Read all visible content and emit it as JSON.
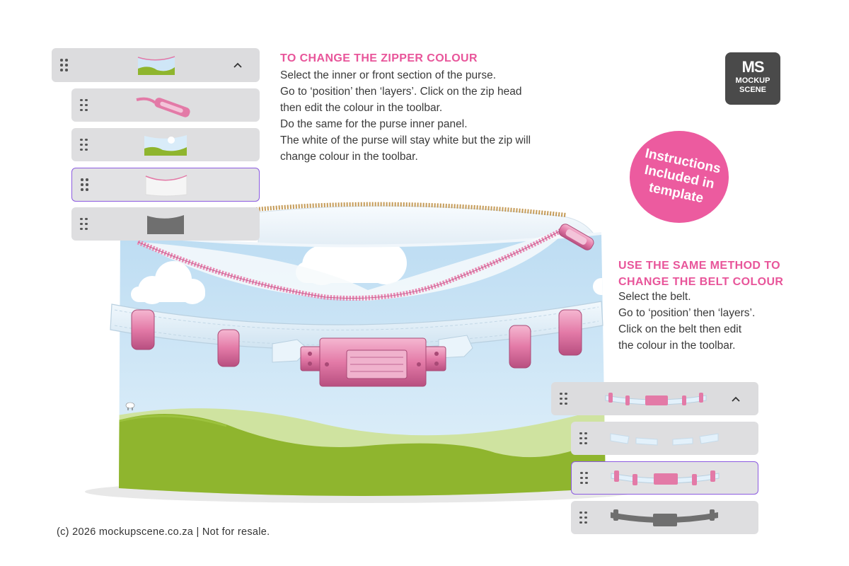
{
  "zipper_instructions": {
    "title": "TO CHANGE THE ZIPPER COLOUR",
    "lines": [
      "Select the inner or front section of the purse.",
      "Go to ‘position’ then ‘layers’. Click on the zip head",
      "then edit the colour in the toolbar.",
      "Do the same for the purse inner panel.",
      "The white of the purse will stay white but the zip will",
      "change colour in the toolbar."
    ]
  },
  "belt_instructions": {
    "title_line1": "USE THE SAME METHOD TO",
    "title_line2": "CHANGE THE BELT COLOUR",
    "lines": [
      "Select the belt.",
      "Go to ‘position’ then ‘layers’.",
      "Click on the belt then edit",
      "the colour in the toolbar."
    ]
  },
  "logo": {
    "mark": "MS",
    "line1": "MOCKUP",
    "line2": "SCENE"
  },
  "badge": {
    "lines": [
      "Instructions",
      "Included in",
      "template"
    ]
  },
  "footer": "(c) 2026 mockupscene.co.za | Not for resale.",
  "zipper_layers": [
    {
      "thumbnail": "purse-group-thumbnail",
      "expanded": true,
      "selected": false
    },
    {
      "thumbnail": "zip-head-thumbnail",
      "selected": false
    },
    {
      "thumbnail": "front-section-thumbnail",
      "selected": false
    },
    {
      "thumbnail": "inner-panel-thumbnail",
      "selected": true
    },
    {
      "thumbnail": "shadow-thumbnail",
      "selected": false
    }
  ],
  "belt_layers": [
    {
      "thumbnail": "belt-group-thumbnail",
      "expanded": true,
      "selected": false
    },
    {
      "thumbnail": "belt-strap-thumbnail",
      "selected": false
    },
    {
      "thumbnail": "belt-hardware-thumbnail",
      "selected": true
    },
    {
      "thumbnail": "belt-shadow-thumbnail",
      "selected": false
    }
  ],
  "colors": {
    "accent_pink": "#e8559a",
    "badge_pink": "#ec5b9f",
    "selection_purple": "#8c5be0",
    "sky_blue": "#cfe6f7",
    "grass_green": "#8fb52e",
    "belt_white": "#e3f1fb",
    "hardware_pink": "#e888b0",
    "panel_gray": "#dcdcde",
    "logo_gray": "#4a4a4a"
  }
}
